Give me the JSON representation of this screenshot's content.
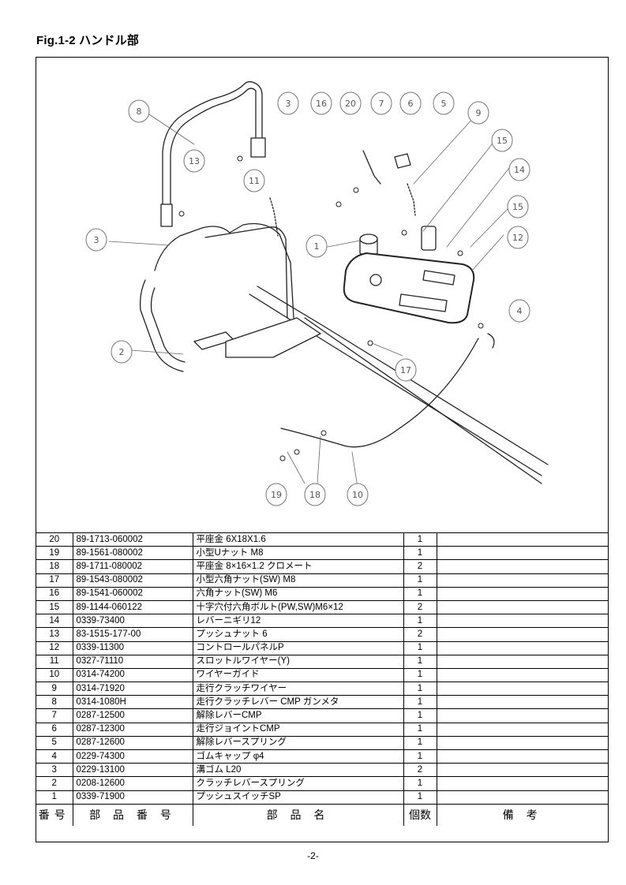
{
  "figure": {
    "title": "Fig.1-2 ハンドル部"
  },
  "callouts": [
    "8",
    "3",
    "16",
    "20",
    "7",
    "6",
    "5",
    "9",
    "13",
    "11",
    "15",
    "14",
    "15",
    "12",
    "3",
    "1",
    "4",
    "2",
    "17",
    "19",
    "18",
    "10"
  ],
  "table": {
    "headers": {
      "no": "番号",
      "part_number": "部 品 番 号",
      "name": "部 品 名",
      "qty": "個数",
      "remarks": "備 考"
    },
    "rows": [
      {
        "no": "20",
        "part_number": "89-1713-060002",
        "name": "平座金 6X18X1.6",
        "qty": "1",
        "remarks": ""
      },
      {
        "no": "19",
        "part_number": "89-1561-080002",
        "name": "小型Uナット M8",
        "qty": "1",
        "remarks": ""
      },
      {
        "no": "18",
        "part_number": "89-1711-080002",
        "name": "平座金 8×16×1.2 クロメート",
        "qty": "2",
        "remarks": ""
      },
      {
        "no": "17",
        "part_number": "89-1543-080002",
        "name": "小型六角ナット(SW) M8",
        "qty": "1",
        "remarks": ""
      },
      {
        "no": "16",
        "part_number": "89-1541-060002",
        "name": "六角ナット(SW) M6",
        "qty": "1",
        "remarks": ""
      },
      {
        "no": "15",
        "part_number": "89-1144-060122",
        "name": "十字穴付六角ボルト(PW,SW)M6×12",
        "qty": "2",
        "remarks": ""
      },
      {
        "no": "14",
        "part_number": "0339-73400",
        "name": "レバーニギリ12",
        "qty": "1",
        "remarks": ""
      },
      {
        "no": "13",
        "part_number": "83-1515-177-00",
        "name": "プッシュナット 6",
        "qty": "2",
        "remarks": ""
      },
      {
        "no": "12",
        "part_number": "0339-11300",
        "name": "コントロールパネルP",
        "qty": "1",
        "remarks": ""
      },
      {
        "no": "11",
        "part_number": "0327-71110",
        "name": "スロットルワイヤー(Y)",
        "qty": "1",
        "remarks": ""
      },
      {
        "no": "10",
        "part_number": "0314-74200",
        "name": "ワイヤーガイド",
        "qty": "1",
        "remarks": ""
      },
      {
        "no": "9",
        "part_number": "0314-71920",
        "name": "走行クラッチワイヤー",
        "qty": "1",
        "remarks": ""
      },
      {
        "no": "8",
        "part_number": "0314-1080H",
        "name": "走行クラッチレバー CMP ガンメタ",
        "qty": "1",
        "remarks": ""
      },
      {
        "no": "7",
        "part_number": "0287-12500",
        "name": "解除レバーCMP",
        "qty": "1",
        "remarks": ""
      },
      {
        "no": "6",
        "part_number": "0287-12300",
        "name": "走行ジョイントCMP",
        "qty": "1",
        "remarks": ""
      },
      {
        "no": "5",
        "part_number": "0287-12600",
        "name": "解除レバースプリング",
        "qty": "1",
        "remarks": ""
      },
      {
        "no": "4",
        "part_number": "0229-74300",
        "name": "ゴムキャップ φ4",
        "qty": "1",
        "remarks": ""
      },
      {
        "no": "3",
        "part_number": "0229-13100",
        "name": "溝ゴム L20",
        "qty": "2",
        "remarks": ""
      },
      {
        "no": "2",
        "part_number": "0208-12600",
        "name": "クラッチレバースプリング",
        "qty": "1",
        "remarks": ""
      },
      {
        "no": "1",
        "part_number": "0339-71900",
        "name": "プッシュスイッチSP",
        "qty": "1",
        "remarks": ""
      }
    ]
  },
  "footer": {
    "page": "-2-"
  }
}
